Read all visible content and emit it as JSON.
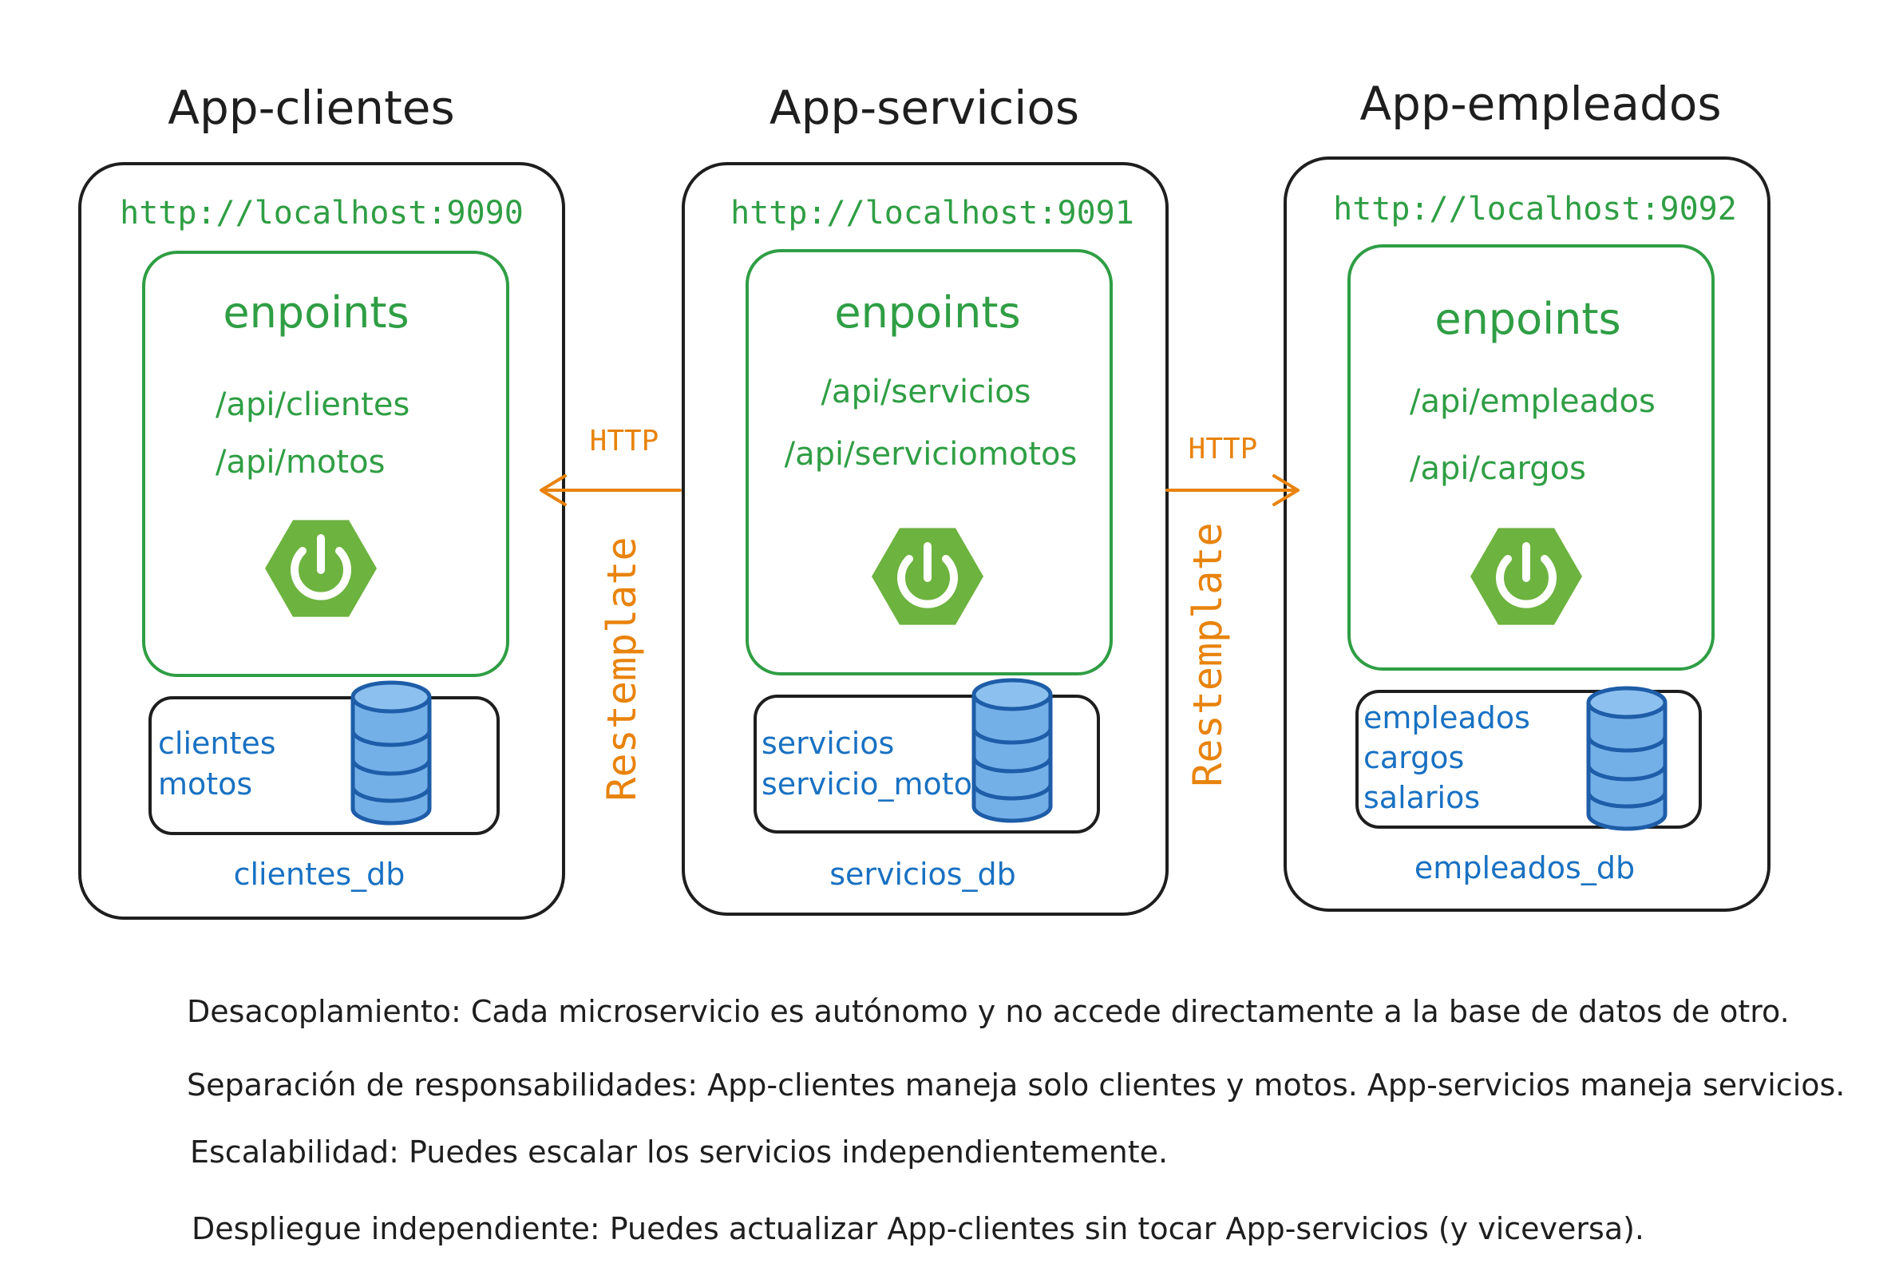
{
  "apps": [
    {
      "title": "App-clientes",
      "url": "http://localhost:9090",
      "endpoints_title": "enpoints",
      "endpoints": [
        "/api/clientes",
        "/api/motos"
      ],
      "tables": [
        "clientes",
        "motos"
      ],
      "db_name": "clientes_db"
    },
    {
      "title": "App-servicios",
      "url": "http://localhost:9091",
      "endpoints_title": "enpoints",
      "endpoints": [
        "/api/servicios",
        "/api/serviciomotos"
      ],
      "tables": [
        "servicios",
        "servicio_motos"
      ],
      "db_name": "servicios_db"
    },
    {
      "title": "App-empleados",
      "url": "http://localhost:9092",
      "endpoints_title": "enpoints",
      "endpoints": [
        "/api/empleados",
        "/api/cargos"
      ],
      "tables": [
        "empleados",
        "cargos",
        "salarios"
      ],
      "db_name": "empleados_db"
    }
  ],
  "connections": [
    {
      "protocol": "HTTP",
      "client": "Restemplate"
    },
    {
      "protocol": "HTTP",
      "client": "Restemplate"
    }
  ],
  "notes": [
    "Desacoplamiento: Cada microservicio es autónomo y no accede directamente a la base de datos de otro.",
    "Separación de responsabilidades: App-clientes maneja solo clientes y motos. App-servicios maneja servicios.",
    "Escalabilidad: Puedes escalar los servicios independientemente.",
    "Despliegue independiente: Puedes actualizar App-clientes sin tocar App-servicios (y viceversa)."
  ],
  "colors": {
    "frame": "#1e1e1e",
    "green": "#2f9e44",
    "spring_green": "#6db33f",
    "blue": "#1971c2",
    "db_fill": "#74b0e8",
    "orange": "#e8830c"
  },
  "icons": [
    "spring-boot-icon",
    "database-icon"
  ]
}
